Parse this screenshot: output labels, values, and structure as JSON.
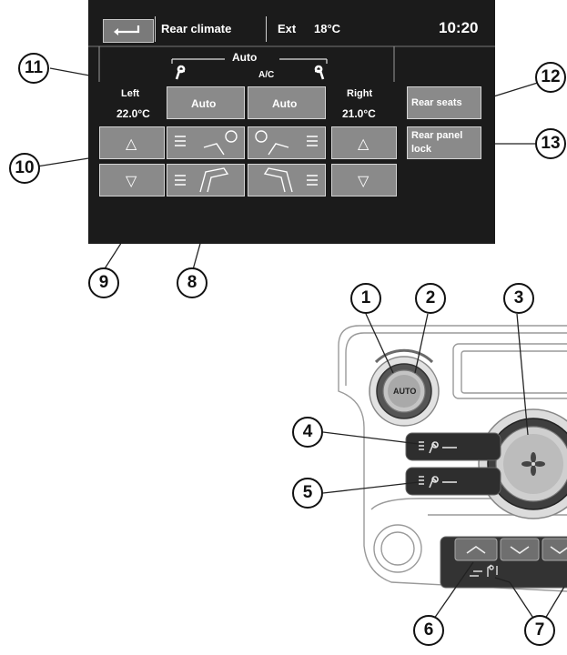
{
  "screen": {
    "title": "Rear climate",
    "ext_label": "Ext",
    "ext_temp": "18°C",
    "time": "10:20",
    "mode": "Auto",
    "ac_label": "A/C",
    "left_label": "Left",
    "left_temp": "22.0°C",
    "right_label": "Right",
    "right_temp": "21.0°C",
    "auto_left": "Auto",
    "auto_right": "Auto",
    "rear_seats": "Rear seats",
    "rear_panel_lock_1": "Rear panel",
    "rear_panel_lock_2": "lock",
    "up_arrow": "△",
    "down_arrow": "▽"
  },
  "panel": {
    "auto_knob": "AUTO"
  },
  "callouts": [
    "1",
    "2",
    "3",
    "4",
    "5",
    "6",
    "7",
    "8",
    "9",
    "10",
    "11",
    "12",
    "13"
  ]
}
